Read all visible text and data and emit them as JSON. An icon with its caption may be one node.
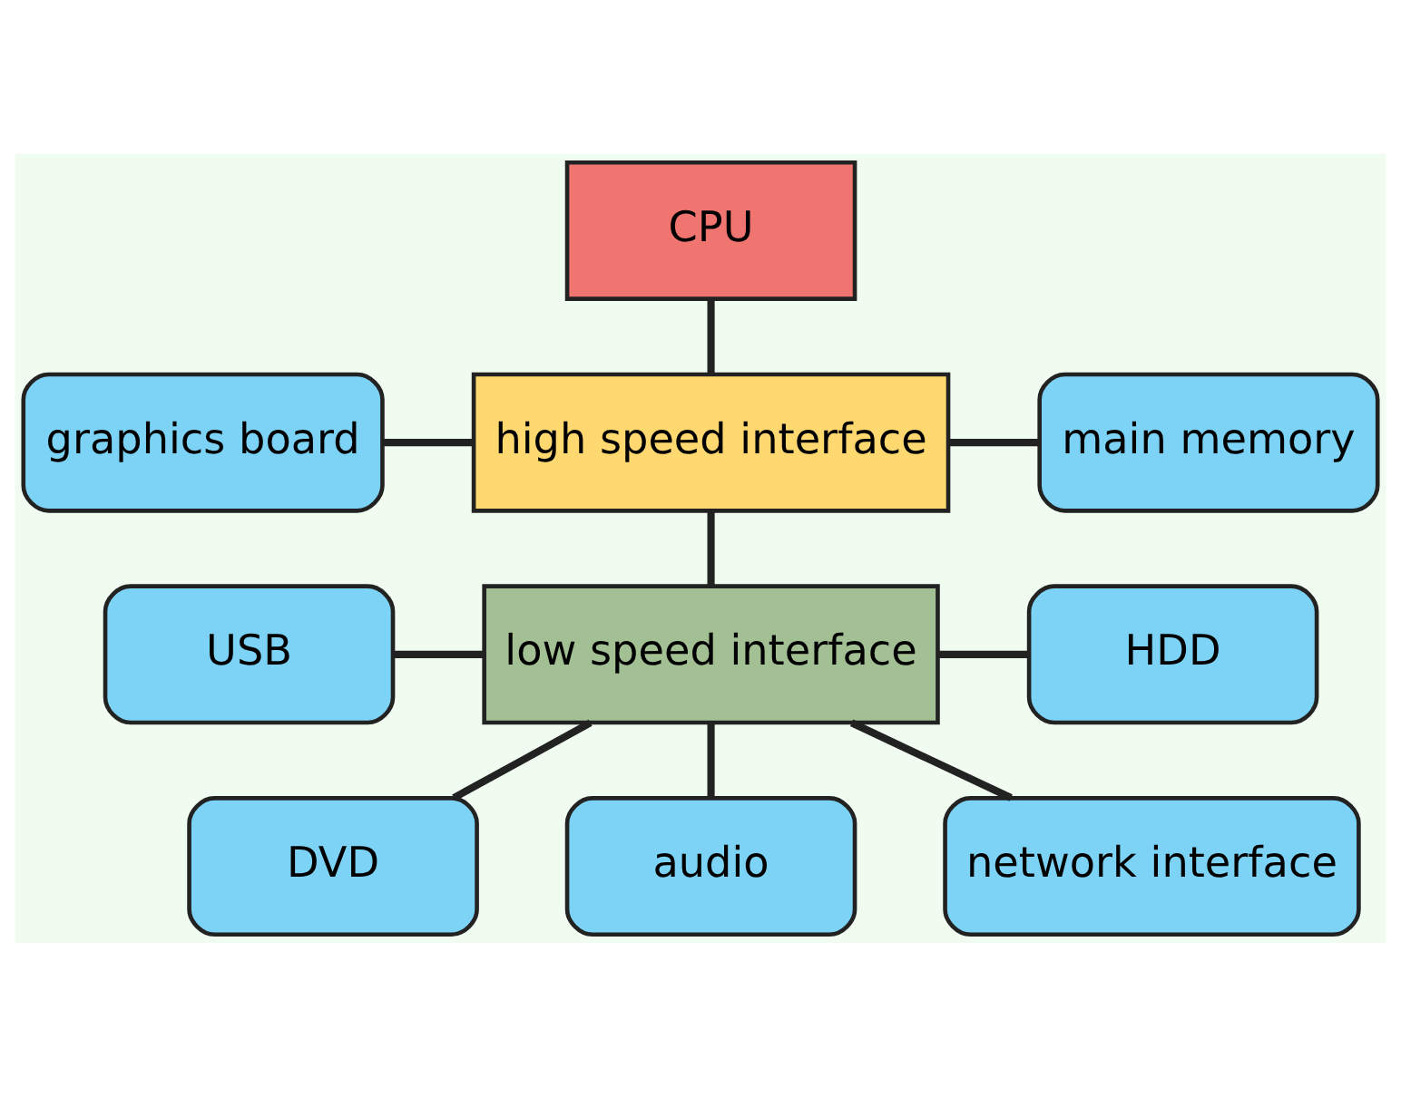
{
  "diagram": {
    "nodes": [
      {
        "text": [
          "CPU"
        ]
      },
      {
        "text": [
          "high speed interface"
        ]
      },
      {
        "text": [
          "graphics board"
        ]
      },
      {
        "text": [
          "main memory"
        ]
      },
      {
        "text": [
          "USB"
        ]
      },
      {
        "text": [
          "low speed interface"
        ]
      },
      {
        "text": [
          "HDD"
        ]
      },
      {
        "text": [
          "network interface"
        ]
      },
      {
        "text": [
          "DVD"
        ]
      },
      {
        "text": [
          "audio"
        ]
      }
    ],
    "edges": [
      {
        "from": 0,
        "to": 1,
        "arrow": "none"
      },
      {
        "from": 2,
        "to": 1,
        "arrow": "none"
      },
      {
        "from": 1,
        "to": 3,
        "arrow": "none"
      },
      {
        "from": 1,
        "to": 5,
        "arrow": "none"
      },
      {
        "from": 4,
        "to": 5,
        "arrow": "none"
      },
      {
        "from": 5,
        "to": 6,
        "arrow": "none"
      },
      {
        "from": 7,
        "to": 5,
        "arrow": "none"
      },
      {
        "from": 5,
        "to": 8,
        "arrow": "none"
      },
      {
        "from": 5,
        "to": 9,
        "arrow": "none"
      }
    ]
  }
}
